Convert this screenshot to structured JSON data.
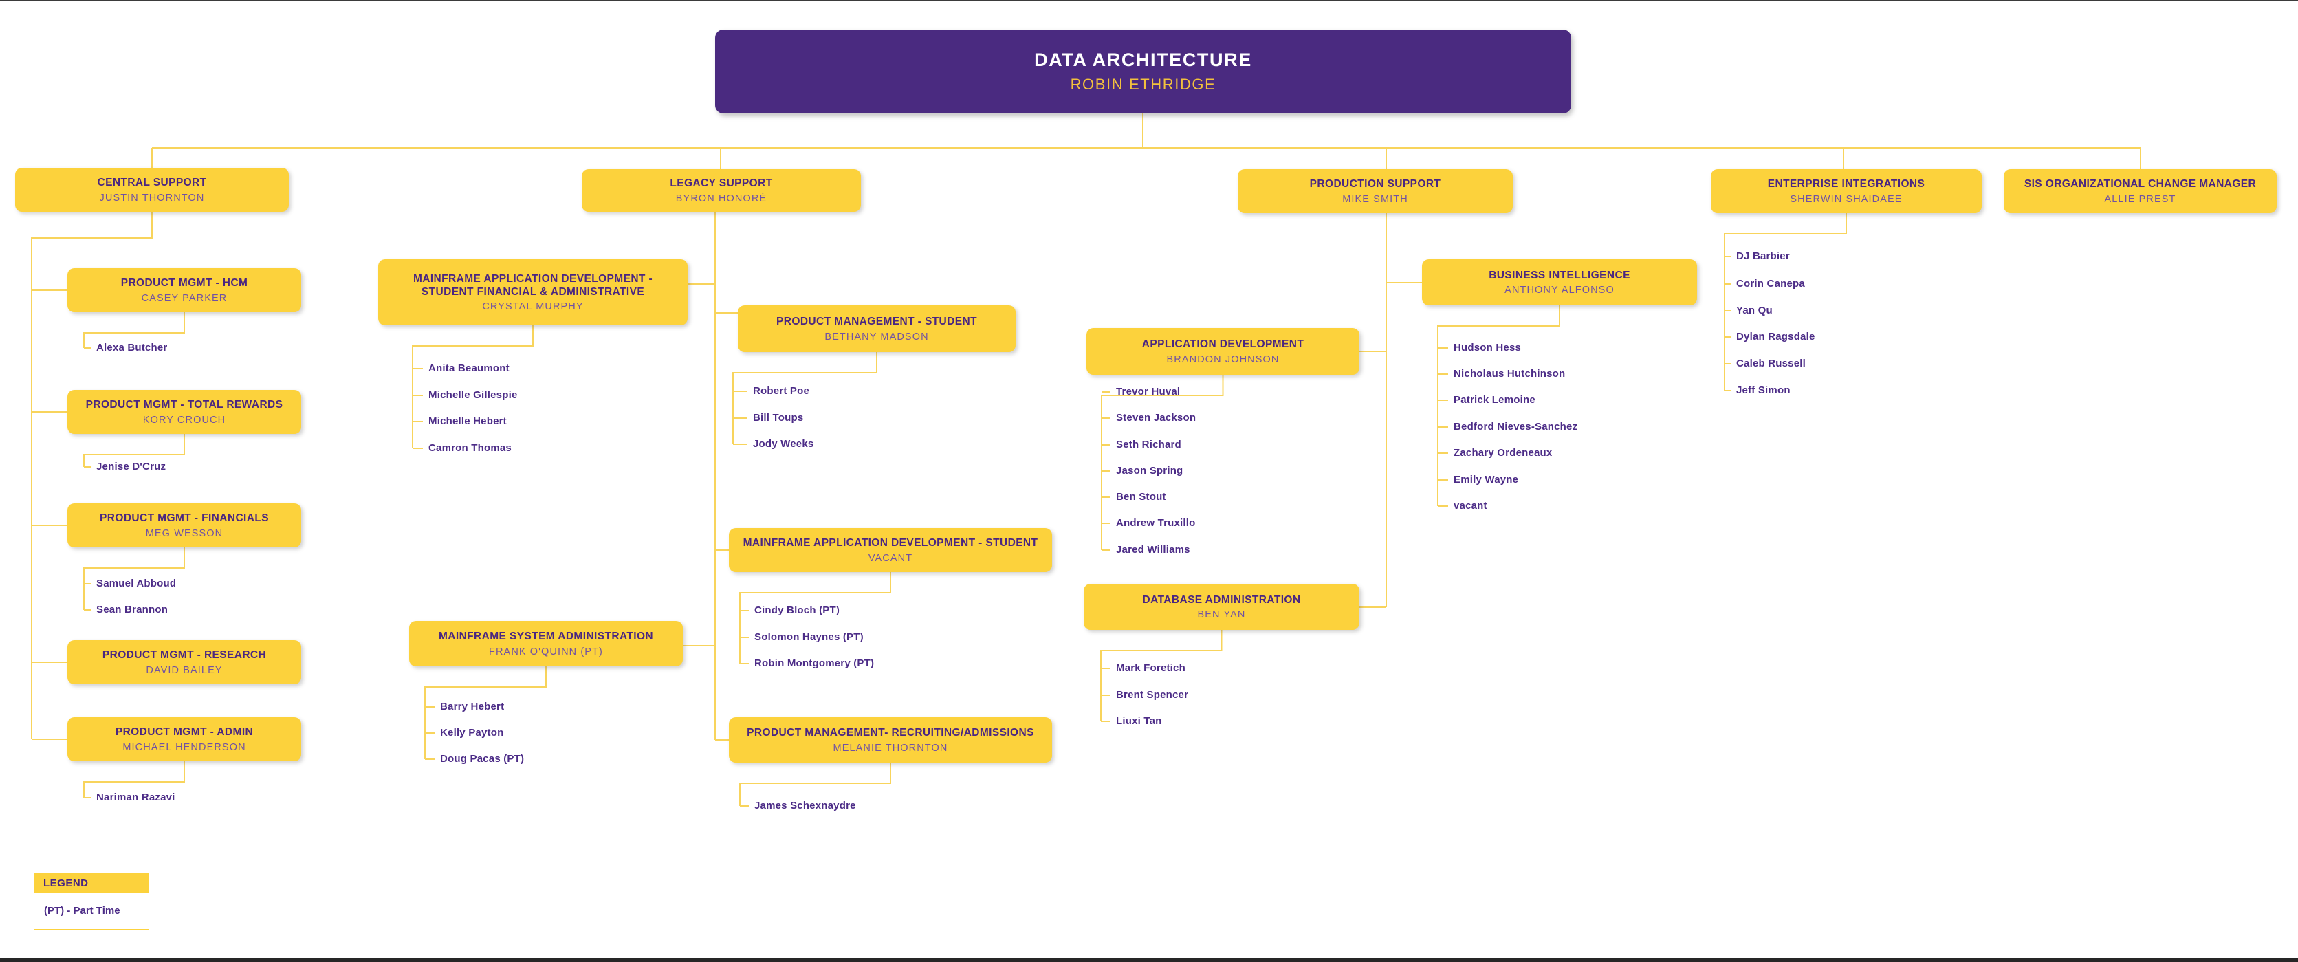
{
  "colors": {
    "purple": "#4A2A80",
    "gold": "#FCD23C",
    "title_text": "#4A2681",
    "subtitle_text": "#7152A3",
    "member_text": "#4C2C87",
    "line": "#F8D45C",
    "header_name_text": "#F3C13D"
  },
  "root": {
    "id": "data-architecture",
    "title": "DATA ARCHITECTURE",
    "name": "ROBIN ETHRIDGE"
  },
  "branches": [
    {
      "id": "central-support",
      "title": "CENTRAL SUPPORT",
      "name": "JUSTIN THORNTON",
      "children": [
        {
          "id": "pm-hcm",
          "title": "PRODUCT MGMT - HCM",
          "name": "CASEY PARKER",
          "members": [
            "Alexa Butcher"
          ]
        },
        {
          "id": "pm-total-rewards",
          "title": "PRODUCT MGMT - TOTAL REWARDS",
          "name": "KORY CROUCH",
          "members": [
            "Jenise D'Cruz"
          ]
        },
        {
          "id": "pm-financials",
          "title": "PRODUCT MGMT - FINANCIALS",
          "name": "MEG WESSON",
          "members": [
            "Samuel Abboud",
            "Sean Brannon"
          ]
        },
        {
          "id": "pm-research",
          "title": "PRODUCT MGMT - RESEARCH",
          "name": "DAVID BAILEY",
          "members": []
        },
        {
          "id": "pm-admin",
          "title": "PRODUCT MGMT - ADMIN",
          "name": "MICHAEL HENDERSON",
          "members": [
            "Nariman Razavi"
          ]
        }
      ]
    },
    {
      "id": "legacy-support",
      "title": "LEGACY SUPPORT",
      "name": "BYRON HONORÉ",
      "children": [
        {
          "id": "mf-sfa",
          "title": "MAINFRAME APPLICATION DEVELOPMENT - STUDENT FINANCIAL & ADMINISTRATIVE",
          "name": "CRYSTAL MURPHY",
          "members": [
            "Anita Beaumont",
            "Michelle Gillespie",
            "Michelle Hebert",
            "Camron Thomas"
          ]
        },
        {
          "id": "pm-student",
          "title": "PRODUCT MANAGEMENT - STUDENT",
          "name": "BETHANY MADSON",
          "members": [
            "Robert Poe",
            "Bill Toups",
            "Jody Weeks"
          ]
        },
        {
          "id": "mf-student",
          "title": "MAINFRAME APPLICATION DEVELOPMENT - STUDENT",
          "name": "VACANT",
          "members": [
            "Cindy Bloch (PT)",
            "Solomon Haynes (PT)",
            "Robin Montgomery (PT)"
          ]
        },
        {
          "id": "mf-sysadmin",
          "title": "MAINFRAME SYSTEM ADMINISTRATION",
          "name": "FRANK O'QUINN (PT)",
          "members": [
            "Barry Hebert",
            "Kelly Payton",
            "Doug Pacas (PT)"
          ]
        },
        {
          "id": "pm-recruiting",
          "title": "PRODUCT MANAGEMENT- RECRUITING/ADMISSIONS",
          "name": "MELANIE THORNTON",
          "members": [
            "James Schexnaydre"
          ]
        }
      ]
    },
    {
      "id": "production-support",
      "title": "PRODUCTION SUPPORT",
      "name": "MIKE SMITH",
      "children": [
        {
          "id": "business-intelligence",
          "title": "BUSINESS INTELLIGENCE",
          "name": "ANTHONY ALFONSO",
          "members": [
            "Hudson Hess",
            "Nicholaus Hutchinson",
            "Patrick Lemoine",
            "Bedford Nieves-Sanchez",
            "Zachary Ordeneaux",
            "Emily Wayne",
            "vacant"
          ]
        },
        {
          "id": "app-dev",
          "title": "APPLICATION DEVELOPMENT",
          "name": "BRANDON JOHNSON",
          "members": [
            "Trevor Huval",
            "Steven Jackson",
            "Seth Richard",
            "Jason Spring",
            "Ben Stout",
            "Andrew Truxillo",
            "Jared Williams"
          ]
        },
        {
          "id": "db-admin",
          "title": "DATABASE ADMINISTRATION",
          "name": "BEN YAN",
          "members": [
            "Mark Foretich",
            "Brent Spencer",
            "Liuxi Tan"
          ]
        }
      ]
    },
    {
      "id": "enterprise-integrations",
      "title": "ENTERPRISE INTEGRATIONS",
      "name": "SHERWIN SHAIDAEE",
      "members": [
        "DJ Barbier",
        "Corin Canepa",
        "Yan Qu",
        "Dylan Ragsdale",
        "Caleb Russell",
        "Jeff Simon"
      ]
    },
    {
      "id": "sis-ocm",
      "title": "SIS ORGANIZATIONAL CHANGE MANAGER",
      "name": "ALLIE PREST"
    }
  ],
  "legend": {
    "title": "LEGEND",
    "text": "(PT) - Part Time"
  }
}
